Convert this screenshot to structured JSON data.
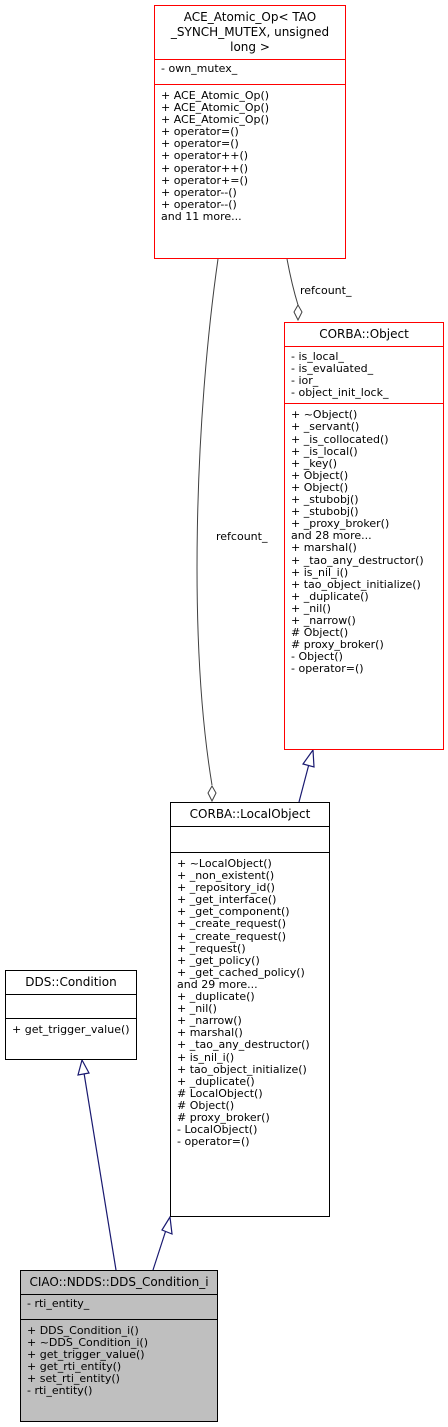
{
  "classes": {
    "atomic_op": {
      "title": [
        "ACE_Atomic_Op< TAO",
        "_SYNCH_MUTEX, unsigned",
        "long >"
      ],
      "attributes": [
        "- own_mutex_"
      ],
      "methods": [
        "+ ACE_Atomic_Op()",
        "+ ACE_Atomic_Op()",
        "+ ACE_Atomic_Op()",
        "+ operator=()",
        "+ operator=()",
        "+ operator++()",
        "+ operator++()",
        "+ operator+=()",
        "+ operator--()",
        "+ operator--()",
        "and 11 more..."
      ]
    },
    "corba_object": {
      "title": [
        "CORBA::Object"
      ],
      "attributes": [
        "- is_local_",
        "- is_evaluated_",
        "- ior_",
        "- object_init_lock_"
      ],
      "methods": [
        "+ ~Object()",
        "+ _servant()",
        "+ _is_collocated()",
        "+ _is_local()",
        "+ _key()",
        "+ Object()",
        "+ Object()",
        "+ _stubobj()",
        "+ _stubobj()",
        "+ _proxy_broker()",
        "and 28 more...",
        "+ marshal()",
        "+ _tao_any_destructor()",
        "+ is_nil_i()",
        "+ tao_object_initialize()",
        "+ _duplicate()",
        "+ _nil()",
        "+ _narrow()",
        "# Object()",
        "# proxy_broker()",
        "- Object()",
        "- operator=()"
      ]
    },
    "local_object": {
      "title": [
        "CORBA::LocalObject"
      ],
      "attributes": [],
      "methods": [
        "+ ~LocalObject()",
        "+ _non_existent()",
        "+ _repository_id()",
        "+ _get_interface()",
        "+ _get_component()",
        "+ _create_request()",
        "+ _create_request()",
        "+ _request()",
        "+ _get_policy()",
        "+ _get_cached_policy()",
        "and 29 more...",
        "+ _duplicate()",
        "+ _nil()",
        "+ _narrow()",
        "+ marshal()",
        "+ _tao_any_destructor()",
        "+ is_nil_i()",
        "+ tao_object_initialize()",
        "+ _duplicate()",
        "# LocalObject()",
        "# Object()",
        "# proxy_broker()",
        "- LocalObject()",
        "- operator=()"
      ]
    },
    "dds_condition": {
      "title": [
        "DDS::Condition"
      ],
      "attributes": [],
      "methods": [
        "+ get_trigger_value()"
      ]
    },
    "ciao_condition": {
      "title": [
        "CIAO::NDDS::DDS_Condition_i"
      ],
      "attributes": [
        "- rti_entity_"
      ],
      "methods": [
        "+ DDS_Condition_i()",
        "+ ~DDS_Condition_i()",
        "+ get_trigger_value()",
        "+ get_rti_entity()",
        "+ set_rti_entity()",
        "- rti_entity()"
      ]
    }
  },
  "edge_labels": {
    "refcount_a": "refcount_",
    "refcount_b": "refcount_"
  },
  "colors": {
    "highlight_border": "#ff0000",
    "inheritance_arrow": "#191970",
    "focus_fill": "#bfbfbf"
  }
}
